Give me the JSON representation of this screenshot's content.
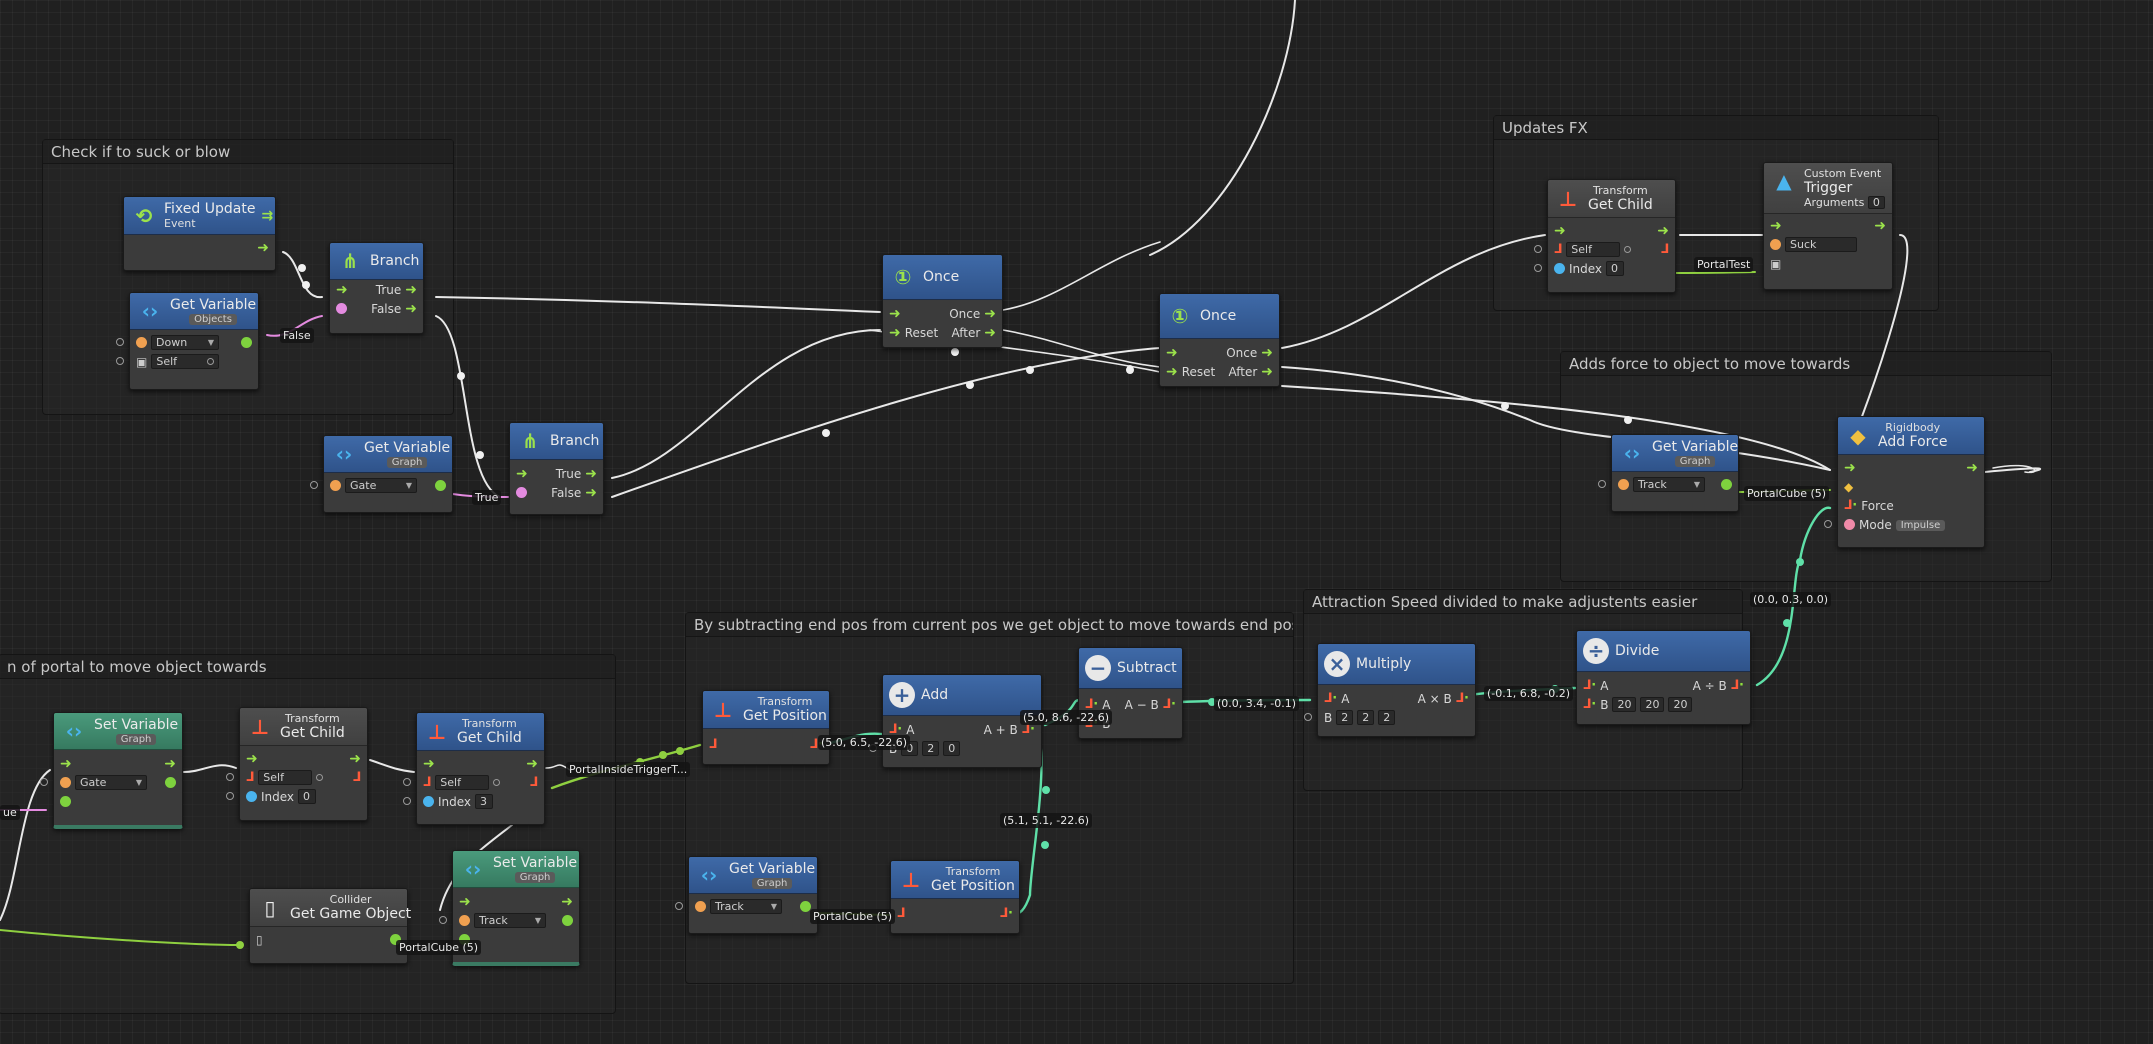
{
  "groups": {
    "check": "Check if to suck or blow",
    "updates": "Updates FX",
    "force": "Adds force to object to move towards",
    "portal": "n of portal to move object towards",
    "subtract": "By subtracting end pos from current pos we get object to move towards end pos",
    "speed": "Attraction Speed divided to make adjustents easier"
  },
  "nodes": {
    "fixed_update": {
      "title": "Fixed Update",
      "sub": "Event"
    },
    "branch1": {
      "title": "Branch",
      "true": "True",
      "false": "False"
    },
    "getvar1": {
      "title": "Get Variable",
      "scope": "Objects",
      "name": "Down",
      "target": "Self"
    },
    "getvar2": {
      "title": "Get Variable",
      "scope": "Graph",
      "name": "Gate"
    },
    "branch2": {
      "title": "Branch",
      "true": "True",
      "false": "False"
    },
    "once1": {
      "title": "Once",
      "once": "Once",
      "reset": "Reset",
      "after": "After"
    },
    "once2": {
      "title": "Once",
      "once": "Once",
      "reset": "Reset",
      "after": "After"
    },
    "getchild_fx": {
      "category": "Transform",
      "title": "Get Child",
      "target": "Self",
      "index_label": "Index",
      "index": "0"
    },
    "trigger": {
      "category": "Custom Event",
      "title": "Trigger",
      "args_label": "Arguments",
      "args": "0",
      "name": "Suck"
    },
    "getvar_track": {
      "title": "Get Variable",
      "scope": "Graph",
      "name": "Track"
    },
    "addforce": {
      "category": "Rigidbody",
      "title": "Add Force",
      "force": "Force",
      "mode_label": "Mode",
      "mode": "Impulse"
    },
    "setvar_gate": {
      "title": "Set Variable",
      "scope": "Graph",
      "name": "Gate"
    },
    "getchild_a": {
      "category": "Transform",
      "title": "Get Child",
      "target": "Self",
      "index_label": "Index",
      "index": "0"
    },
    "getchild_b": {
      "category": "Transform",
      "title": "Get Child",
      "target": "Self",
      "index_label": "Index",
      "index": "3"
    },
    "collider": {
      "category": "Collider",
      "title": "Get Game Object"
    },
    "setvar_track": {
      "title": "Set Variable",
      "scope": "Graph",
      "name": "Track"
    },
    "getpos1": {
      "category": "Transform",
      "title": "Get Position"
    },
    "add": {
      "title": "Add",
      "a": "A",
      "b": "B",
      "result": "A + B",
      "bx": "0",
      "by": "2",
      "bz": "0"
    },
    "subtract": {
      "title": "Subtract",
      "result": "A − B"
    },
    "getvar_track2": {
      "title": "Get Variable",
      "scope": "Graph",
      "name": "Track"
    },
    "getpos2": {
      "category": "Transform",
      "title": "Get Position"
    },
    "multiply": {
      "title": "Multiply",
      "a": "A",
      "b": "B",
      "result": "A × B",
      "bx": "2",
      "by": "2",
      "bz": "2"
    },
    "divide": {
      "title": "Divide",
      "a": "A",
      "b": "B",
      "result": "A ÷ B",
      "bx": "20",
      "by": "20",
      "bz": "20"
    }
  },
  "labels": {
    "false_val": "False",
    "true_val": "True",
    "portal_test": "PortalTest",
    "portal_cube_force": "PortalCube (5)",
    "vec_force": "(0.0, 0.3, 0.0)",
    "true_left": "ue",
    "portal_inside": "PortalInsideTriggerT...",
    "portal_cube_collider": "PortalCube (5)",
    "pos_getpos1": "(5.0, 6.5, -22.6)",
    "pos_add": "(5.0, 8.6, -22.6)",
    "pos_subtract": "(0.0, 3.4, -0.1)",
    "pos_multiply": "(-0.1, 6.8, -0.2)",
    "portal_cube_track": "PortalCube (5)",
    "pos_getpos2": "(5.1, 5.1, -22.6)"
  },
  "colors": {
    "flow": "#9be24b",
    "header_blue": "#3f6aa8",
    "header_green": "#4a9a7c",
    "vector_wire": "#5fe0a8",
    "object_wire": "#8fd040",
    "bool_wire": "#e48be0"
  }
}
